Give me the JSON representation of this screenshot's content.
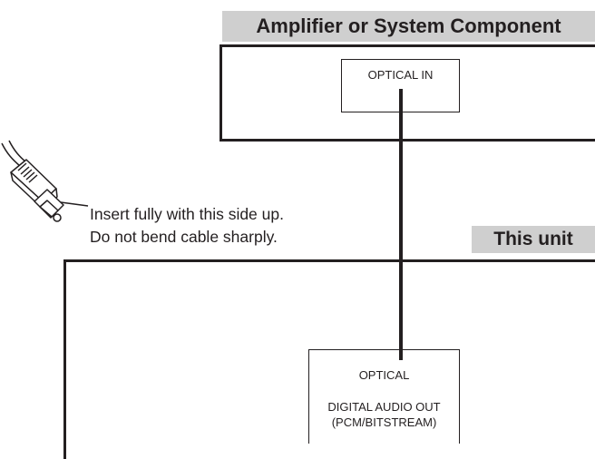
{
  "amplifier": {
    "label": "Amplifier or System Component",
    "port_label": "OPTICAL IN"
  },
  "unit": {
    "label": "This unit",
    "port_line1": "OPTICAL",
    "port_line2": "DIGITAL AUDIO OUT",
    "port_line3": "(PCM/BITSTREAM)"
  },
  "plug_note": {
    "line1": "Insert fully with this side up.",
    "line2": "Do not bend cable sharply."
  }
}
